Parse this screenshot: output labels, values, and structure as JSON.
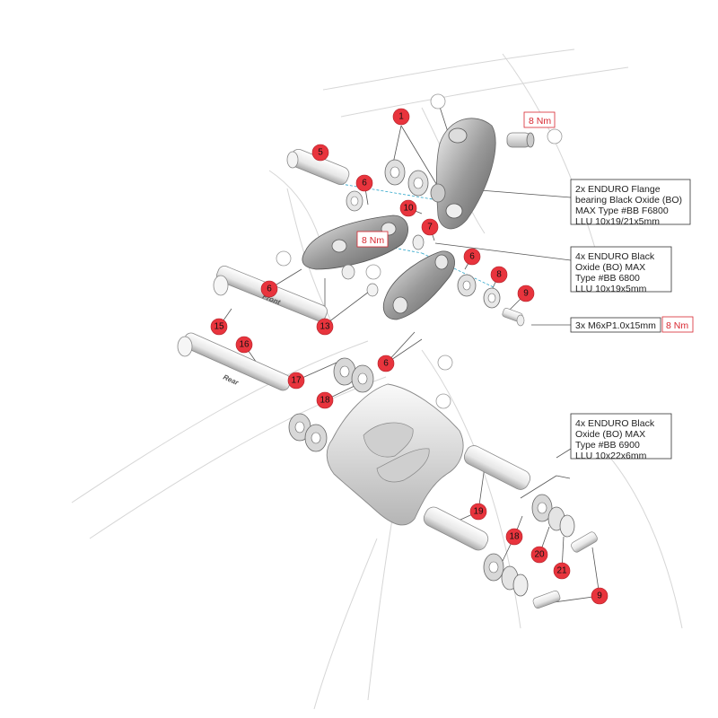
{
  "callouts": [
    {
      "id": "c1",
      "label": "1"
    },
    {
      "id": "c5",
      "label": "5"
    },
    {
      "id": "c6a",
      "label": "6"
    },
    {
      "id": "c10",
      "label": "10"
    },
    {
      "id": "c7",
      "label": "7"
    },
    {
      "id": "c6b",
      "label": "6"
    },
    {
      "id": "c8",
      "label": "8"
    },
    {
      "id": "c9a",
      "label": "9"
    },
    {
      "id": "c6c",
      "label": "6"
    },
    {
      "id": "c13",
      "label": "13"
    },
    {
      "id": "c15",
      "label": "15"
    },
    {
      "id": "c16",
      "label": "16"
    },
    {
      "id": "c6d",
      "label": "6"
    },
    {
      "id": "c17",
      "label": "17"
    },
    {
      "id": "c18a",
      "label": "18"
    },
    {
      "id": "c19",
      "label": "19"
    },
    {
      "id": "c18b",
      "label": "18"
    },
    {
      "id": "c20",
      "label": "20"
    },
    {
      "id": "c21",
      "label": "21"
    },
    {
      "id": "c9b",
      "label": "9"
    }
  ],
  "torque_labels": [
    {
      "id": "t1",
      "text": "8 Nm"
    },
    {
      "id": "t2",
      "text": "8 Nm"
    },
    {
      "id": "t3",
      "text": "8 Nm"
    }
  ],
  "spec_boxes": [
    {
      "id": "s1",
      "lines": [
        "2x ENDURO Flange",
        "bearing Black Oxide (BO)",
        "MAX Type #BB F6800",
        "LLU 10x19/21x5mm"
      ]
    },
    {
      "id": "s2",
      "lines": [
        "4x ENDURO Black",
        "Oxide (BO) MAX",
        "Type #BB 6800",
        "LLU 10x19x5mm"
      ]
    },
    {
      "id": "s3",
      "lines": [
        "3x M6xP1.0x15mm"
      ]
    },
    {
      "id": "s4",
      "lines": [
        "4x ENDURO Black",
        "Oxide (BO) MAX",
        "Type #BB 6900",
        "LLU 10x22x6mm"
      ]
    }
  ],
  "axle_markings": {
    "front": "Front",
    "rear": "Rear"
  },
  "colors": {
    "callout_fill": "#e8343d",
    "torque_text": "#d8262f",
    "outline": "#bbbbbb",
    "part": "#8a8a8a"
  }
}
